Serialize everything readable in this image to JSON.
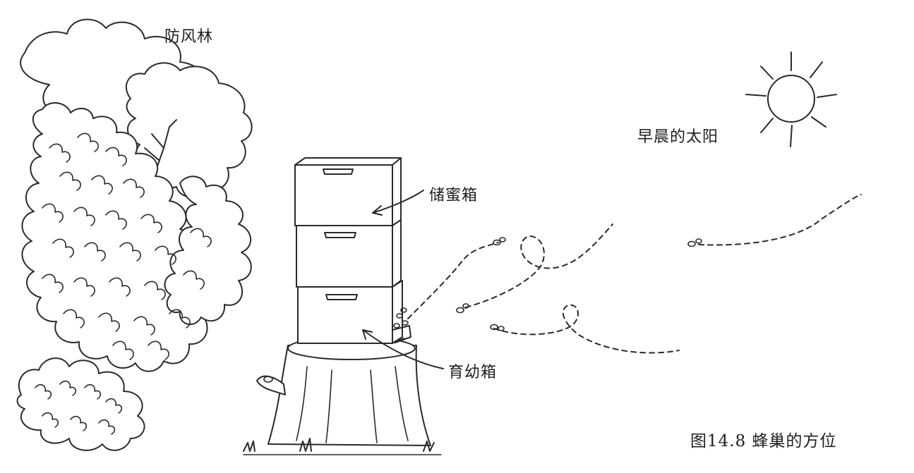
{
  "labels": {
    "windbreak": "防风林",
    "morning_sun": "早晨的太阳",
    "honey_super": "储蜜箱",
    "brood_box": "育幼箱",
    "caption": "图14.8 蜂巢的方位"
  }
}
